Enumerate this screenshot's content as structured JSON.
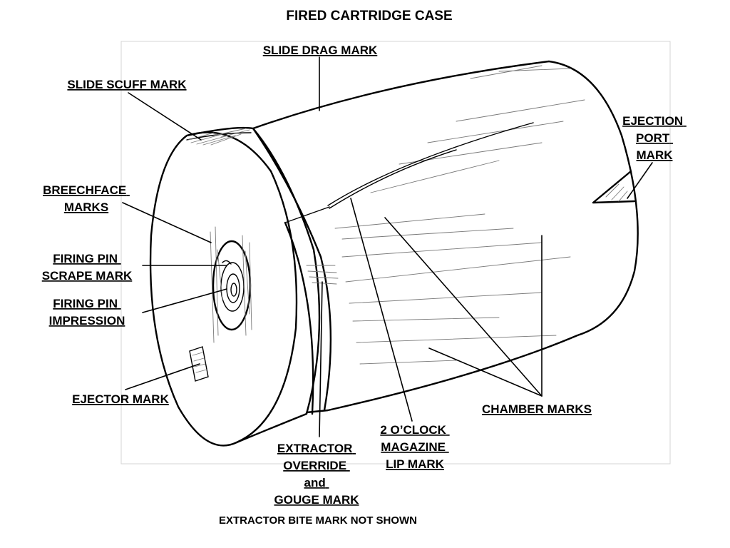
{
  "title": "FIRED CARTRIDGE CASE",
  "labels": {
    "slide_drag": "SLIDE DRAG MARK",
    "slide_scuff": "SLIDE SCUFF MARK",
    "ejection_port": [
      "EJECTION",
      "PORT",
      "MARK"
    ],
    "breechface": [
      "BREECHFACE",
      "MARKS"
    ],
    "firing_pin_scrape": [
      "FIRING PIN",
      "SCRAPE MARK"
    ],
    "firing_pin_impression": [
      "FIRING PIN",
      "IMPRESSION"
    ],
    "ejector": "EJECTOR MARK",
    "chamber": "CHAMBER MARKS",
    "magazine_lip": [
      "2 O’CLOCK",
      "MAGAZINE",
      "LIP MARK"
    ],
    "extractor": [
      "EXTRACTOR",
      "OVERRIDE",
      "and",
      "GOUGE MARK"
    ]
  },
  "footnote": "EXTRACTOR BITE MARK NOT SHOWN"
}
